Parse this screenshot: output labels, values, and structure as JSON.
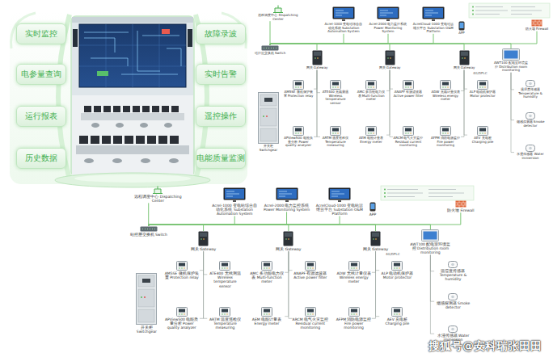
{
  "diagram": {
    "nodes": [
      {
        "text": [
          "实时监控"
        ]
      },
      {
        "text": [
          "故障录波"
        ]
      },
      {
        "text": [
          "电参量查询"
        ]
      },
      {
        "text": [
          "实时告警"
        ]
      },
      {
        "text": [
          "运行报表"
        ]
      },
      {
        "text": [
          "遥控操作"
        ]
      },
      {
        "text": [
          "历史数据"
        ]
      },
      {
        "text": [
          "电能质量监测"
        ]
      },
      {
        "text": [
          "远程调度中心 Dispatching Center"
        ]
      },
      {
        "text": [
          "Acrel-1000 变电站综合自动化系统 Substation Automation System"
        ]
      },
      {
        "text": [
          "Acrel-2000 电力监控系统 Power Monitoring System"
        ]
      },
      {
        "text": [
          "AcrelCloud-1000 变电站运维云平台 Substation O&M Platform"
        ]
      },
      {
        "text": [
          "APP"
        ]
      },
      {
        "text": [
          "防火墙 Firewall"
        ]
      },
      {
        "text": [
          "站控层交换机 Switch"
        ]
      },
      {
        "text": [
          "网关 Gateway"
        ]
      },
      {
        "text": [
          "网关 Gateway"
        ]
      },
      {
        "text": [
          "网关 Gateway"
        ]
      },
      {
        "text": [
          "AWT100 配电室环境监控 Distribution room monitoring"
        ]
      },
      {
        "text": [
          "开关柜 Switchgear"
        ]
      },
      {
        "text": [
          "AM5SE 微机保护装置 Protection relay"
        ]
      },
      {
        "text": [
          "ATE400 无线测温 Wireless temperature sensor"
        ]
      },
      {
        "text": [
          "APView500 电能质量分析 Power quality analyzer"
        ]
      },
      {
        "text": [
          "ARTM 温度巡检仪 Temperature measuring"
        ]
      },
      {
        "text": [
          "AMC 多功能电力仪表 Multi-function meter"
        ]
      },
      {
        "text": [
          "ANAPF 有源滤波器 Active power filter"
        ]
      },
      {
        "text": [
          "AEM 电能计量表 Energy meter"
        ]
      },
      {
        "text": [
          "ARCM 电气火灾监控 Residual current monitoring"
        ]
      },
      {
        "text": [
          "ADW 无线计量仪表 Wireless energy meter"
        ]
      },
      {
        "text": [
          "ALP 电动机保护器 Motor protector"
        ]
      },
      {
        "text": [
          "AFPM 消防电源监控 Fire power monitoring"
        ]
      },
      {
        "text": [
          "AEV 充电桩 Charging pile"
        ]
      },
      {
        "text": [
          "温湿度传感器 Temperature & humidity"
        ]
      },
      {
        "text": [
          "烟感探测器 Smoke detector"
        ]
      },
      {
        "text": [
          "水浸传感器 Water immersion"
        ]
      },
      {
        "text": [
          "远程调度中心 Dispatching Center"
        ]
      },
      {
        "text": [
          "Acrel-1000 变电站综合自动化系统 Substation Automation System"
        ]
      },
      {
        "text": [
          "Acrel-2000 电力监控系统 Power Monitoring System"
        ]
      },
      {
        "text": [
          "AcrelCloud-1000 变电站运维云平台 Substation O&M Platform"
        ]
      },
      {
        "text": [
          "APP"
        ]
      },
      {
        "text": [
          "防火墙 Firewall"
        ]
      },
      {
        "text": [
          "站控层交换机 Switch"
        ]
      },
      {
        "text": [
          "网关 Gateway"
        ]
      },
      {
        "text": [
          "网关 Gateway"
        ]
      },
      {
        "text": [
          "网关 Gateway"
        ]
      },
      {
        "text": [
          "AWT100 配电室环境监控 Distribution room monitoring"
        ]
      },
      {
        "text": [
          "开关柜 Switchgear"
        ]
      },
      {
        "text": [
          "AM5SE 微机保护装置 Protection relay"
        ]
      },
      {
        "text": [
          "ATE400 无线测温 Wireless temperature sensor"
        ]
      },
      {
        "text": [
          "APView500 电能质量分析 Power quality analyzer"
        ]
      },
      {
        "text": [
          "ARTM 温度巡检仪 Temperature measuring"
        ]
      },
      {
        "text": [
          "AMC 多功能电力仪表 Multi-function meter"
        ]
      },
      {
        "text": [
          "ANAPF 有源滤波器 Active power filter"
        ]
      },
      {
        "text": [
          "AEM 电能计量表 Energy meter"
        ]
      },
      {
        "text": [
          "ARCM 电气火灾监控 Residual current monitoring"
        ]
      },
      {
        "text": [
          "ADW 无线计量仪表 Wireless energy meter"
        ]
      },
      {
        "text": [
          "ALP 电动机保护器 Motor protector"
        ]
      },
      {
        "text": [
          "AFPM 消防电源监控 Fire power monitoring"
        ]
      },
      {
        "text": [
          "AEV 充电桩 Charging pile"
        ]
      },
      {
        "text": [
          "温湿度传感器 Temperature & humidity"
        ]
      },
      {
        "text": [
          "烟感探测器 Smoke detector"
        ]
      },
      {
        "text": [
          "水浸传感器 Water immersion"
        ]
      }
    ],
    "edges": [
      {
        "from": 8,
        "to": 14,
        "arrow": "none"
      },
      {
        "from": 9,
        "to": 14,
        "arrow": "none"
      },
      {
        "from": 10,
        "to": 14,
        "arrow": "none"
      },
      {
        "from": 11,
        "to": 14,
        "arrow": "none"
      },
      {
        "from": 14,
        "to": 13,
        "arrow": "none"
      },
      {
        "from": 14,
        "to": 15,
        "arrow": "none"
      },
      {
        "from": 14,
        "to": 16,
        "arrow": "none"
      },
      {
        "from": 14,
        "to": 17,
        "arrow": "none"
      },
      {
        "from": 14,
        "to": 18,
        "arrow": "none"
      },
      {
        "from": 15,
        "to": 20,
        "arrow": "none"
      },
      {
        "from": 15,
        "to": 21,
        "arrow": "none"
      },
      {
        "from": 15,
        "to": 22,
        "arrow": "none"
      },
      {
        "from": 15,
        "to": 23,
        "arrow": "none"
      },
      {
        "from": 16,
        "to": 24,
        "arrow": "none"
      },
      {
        "from": 16,
        "to": 25,
        "arrow": "none"
      },
      {
        "from": 16,
        "to": 26,
        "arrow": "none"
      },
      {
        "from": 16,
        "to": 27,
        "arrow": "none"
      },
      {
        "from": 17,
        "to": 28,
        "arrow": "none"
      },
      {
        "from": 17,
        "to": 29,
        "arrow": "none"
      },
      {
        "from": 17,
        "to": 30,
        "arrow": "none"
      },
      {
        "from": 17,
        "to": 31,
        "arrow": "none"
      },
      {
        "from": 18,
        "to": 32,
        "arrow": "none"
      },
      {
        "from": 18,
        "to": 33,
        "arrow": "none"
      },
      {
        "from": 18,
        "to": 34,
        "arrow": "none"
      },
      {
        "from": 35,
        "to": 41,
        "arrow": "none"
      },
      {
        "from": 36,
        "to": 41,
        "arrow": "none"
      },
      {
        "from": 37,
        "to": 41,
        "arrow": "none"
      },
      {
        "from": 38,
        "to": 41,
        "arrow": "none"
      },
      {
        "from": 41,
        "to": 40,
        "arrow": "none"
      },
      {
        "from": 41,
        "to": 42,
        "arrow": "none"
      },
      {
        "from": 41,
        "to": 43,
        "arrow": "none"
      },
      {
        "from": 41,
        "to": 44,
        "arrow": "none"
      },
      {
        "from": 41,
        "to": 45,
        "arrow": "none"
      },
      {
        "from": 42,
        "to": 47,
        "arrow": "none"
      },
      {
        "from": 42,
        "to": 48,
        "arrow": "none"
      },
      {
        "from": 42,
        "to": 49,
        "arrow": "none"
      },
      {
        "from": 42,
        "to": 50,
        "arrow": "none"
      },
      {
        "from": 43,
        "to": 51,
        "arrow": "none"
      },
      {
        "from": 43,
        "to": 52,
        "arrow": "none"
      },
      {
        "from": 43,
        "to": 53,
        "arrow": "none"
      },
      {
        "from": 43,
        "to": 54,
        "arrow": "none"
      },
      {
        "from": 44,
        "to": 55,
        "arrow": "none"
      },
      {
        "from": 44,
        "to": 56,
        "arrow": "none"
      },
      {
        "from": 44,
        "to": 57,
        "arrow": "none"
      },
      {
        "from": 44,
        "to": 58,
        "arrow": "none"
      },
      {
        "from": 45,
        "to": 59,
        "arrow": "none"
      },
      {
        "from": 45,
        "to": 60,
        "arrow": "none"
      },
      {
        "from": 45,
        "to": 61,
        "arrow": "none"
      }
    ],
    "labels": [
      "4G/DPLC",
      "4G/DPLC",
      "搜狐号@安科瑞张田田"
    ]
  }
}
